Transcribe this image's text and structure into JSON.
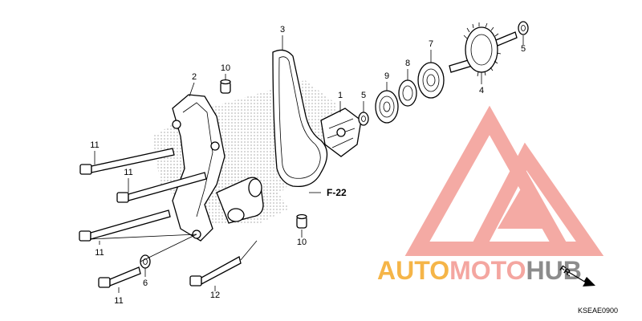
{
  "callouts": {
    "c1": "1",
    "c2": "2",
    "c3": "3",
    "c4": "4",
    "c5_top": "5",
    "c5_mid": "5",
    "c6": "6",
    "c7": "7",
    "c8": "8",
    "c9": "9",
    "c10_top": "10",
    "c10_bottom": "10",
    "c11_a": "11",
    "c11_b": "11",
    "c11_c": "11",
    "c11_d": "11",
    "c12": "12"
  },
  "reference": "F-22",
  "watermark": {
    "text_orange": "AUTO",
    "text_salmon": "MOTO",
    "text_gray": "HUB",
    "color_triangle": "#f4a6a0",
    "color_orange": "#f5b548",
    "color_salmon": "#f4a6a0",
    "color_gray": "#8c8c8c"
  },
  "drawing_code": "KSEAE0900",
  "front_arrow": "FR."
}
